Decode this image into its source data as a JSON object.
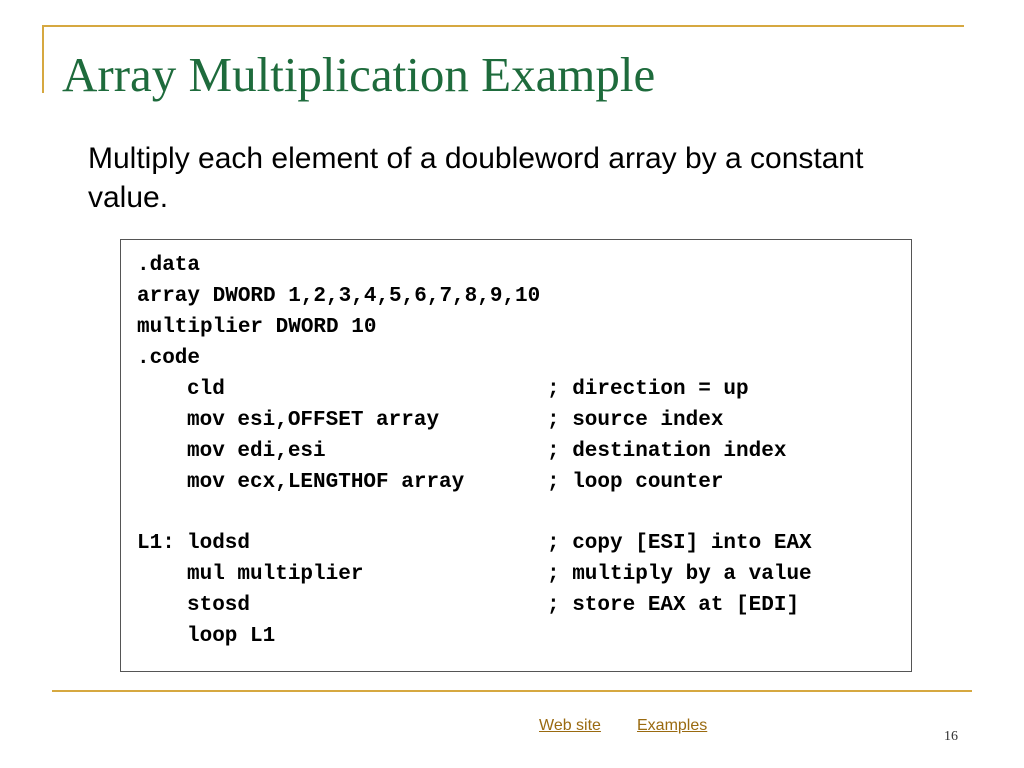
{
  "slide": {
    "title": "Array Multiplication Example",
    "subtitle": "Multiply each element of a doubleword array by a constant value.",
    "code": {
      "data_section": [
        ".data",
        "array DWORD 1,2,3,4,5,6,7,8,9,10",
        "multiplier DWORD 10",
        ".code"
      ],
      "setup_lines": [
        {
          "instruction": "cld",
          "comment": "; direction = up"
        },
        {
          "instruction": "mov esi,OFFSET array",
          "comment": "; source index"
        },
        {
          "instruction": "mov edi,esi",
          "comment": "; destination index"
        },
        {
          "instruction": "mov ecx,LENGTHOF array",
          "comment": "; loop counter"
        }
      ],
      "loop_label": "L1:",
      "loop_lines": [
        {
          "instruction": "lodsd",
          "comment": "; copy [ESI] into EAX"
        },
        {
          "instruction": "mul multiplier",
          "comment": "; multiply by a value"
        },
        {
          "instruction": "stosd",
          "comment": "; store EAX at [EDI]"
        },
        {
          "instruction": "loop L1",
          "comment": ""
        }
      ]
    },
    "footer": {
      "links": [
        "Web site",
        "Examples"
      ],
      "page_number": "16"
    }
  }
}
